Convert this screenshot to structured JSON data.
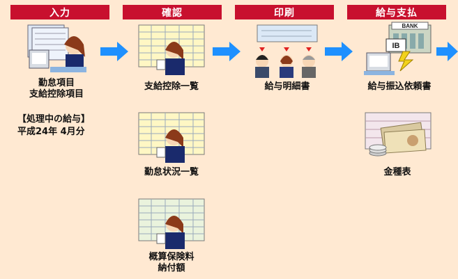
{
  "stages": {
    "input": "入力",
    "confirm": "確認",
    "print": "印刷",
    "payment": "給与支払"
  },
  "items": {
    "input_items": "勤怠項目\n支給控除項目",
    "deduction_list": "支給控除一覧",
    "attendance_list": "勤怠状況一覧",
    "insurance": "概算保険料\n納付額",
    "payslip": "給与明細書",
    "transfer_request": "給与振込依頼書",
    "denomination": "金種表"
  },
  "processing": {
    "heading": "【処理中の給与】",
    "period": "平成24年 4月分"
  },
  "bank_card": {
    "bank": "BANK",
    "ib": "IB"
  },
  "colors": {
    "accent": "#c8102e",
    "arrow": "#1e90ff",
    "background": "#ffe9d2"
  }
}
